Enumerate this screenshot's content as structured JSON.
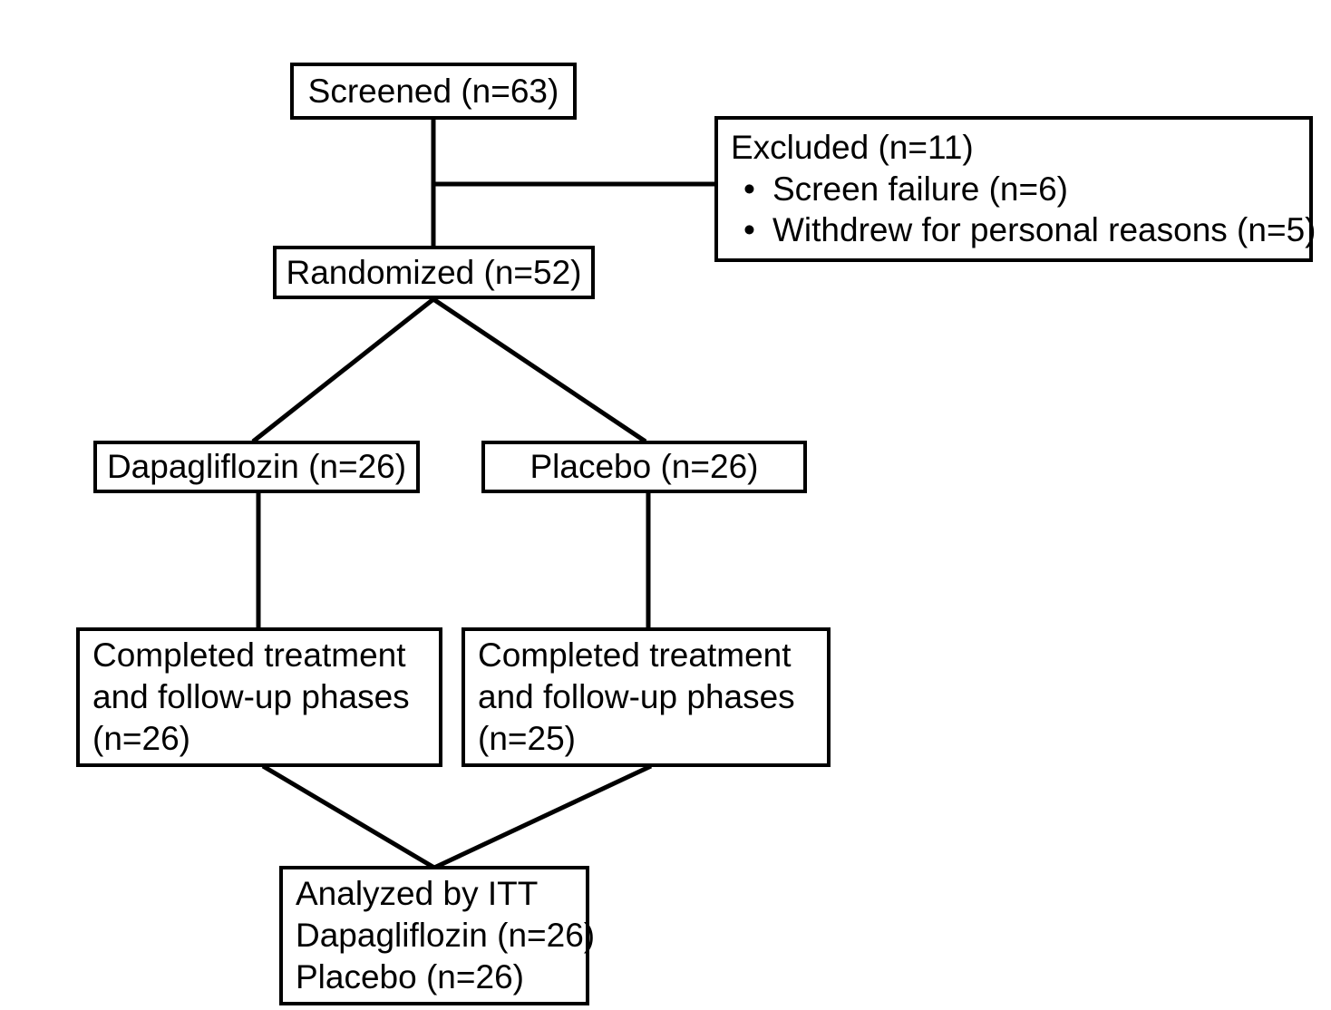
{
  "diagram": {
    "type": "consort-flow-diagram",
    "title": "CONSORT participant flow",
    "line_color": "#000000",
    "background_color": "#ffffff",
    "text_color": "#000000",
    "nodes": {
      "screened": {
        "label": "Screened (n=63)",
        "count": 63
      },
      "excluded": {
        "heading": "Excluded (n=11)",
        "count": 11,
        "bullet_glyph": "•",
        "reasons": [
          {
            "label": "Screen failure (n=6)",
            "count": 6
          },
          {
            "label": "Withdrew for personal reasons (n=5)",
            "count": 5
          }
        ]
      },
      "randomized": {
        "label": "Randomized (n=52)",
        "count": 52
      },
      "arm_dapagliflozin": {
        "label": "Dapagliflozin (n=26)",
        "count": 26
      },
      "arm_placebo": {
        "label": "Placebo (n=26)",
        "count": 26
      },
      "completed_dapagliflozin": {
        "line1": "Completed treatment",
        "line2": "and follow-up phases",
        "line3": "(n=26)",
        "count": 26
      },
      "completed_placebo": {
        "line1": "Completed treatment",
        "line2": "and follow-up phases",
        "line3": "(n=25)",
        "count": 25
      },
      "analyzed": {
        "line1": "Analyzed by ITT",
        "line2": "Dapagliflozin (n=26)",
        "line3": "Placebo (n=26)",
        "count_dapagliflozin": 26,
        "count_placebo": 26
      }
    }
  }
}
